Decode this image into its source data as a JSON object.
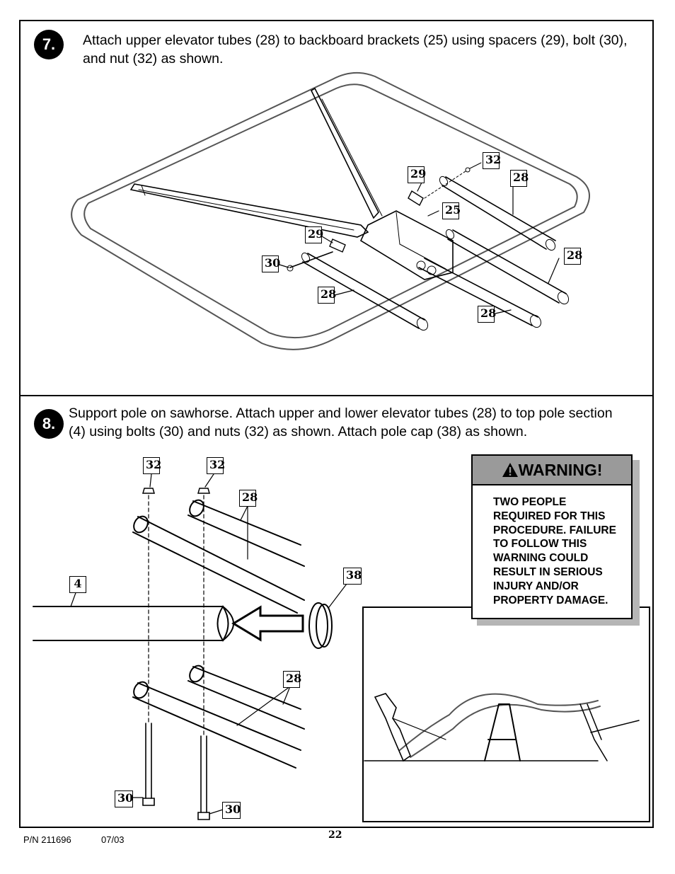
{
  "step7": {
    "number": "7.",
    "instruction": "Attach upper elevator tubes (28) to backboard brackets (25) using spacers (29), bolt (30), and nut (32) as shown.",
    "callouts": [
      "32",
      "29",
      "28",
      "25",
      "29",
      "30",
      "28",
      "28",
      "28"
    ]
  },
  "step8": {
    "number": "8.",
    "instruction": "Support pole on sawhorse. Attach upper and lower elevator tubes (28) to top pole section (4) using bolts (30) and nuts (32) as shown. Attach pole cap (38) as shown.",
    "callouts": [
      "32",
      "32",
      "28",
      "4",
      "38",
      "28",
      "30",
      "30"
    ]
  },
  "warning": {
    "title": "WARNING!",
    "icon": "warning-triangle-icon",
    "body": "TWO PEOPLE\nREQUIRED FOR THIS\nPROCEDURE.  FAILURE\nTO FOLLOW THIS\nWARNING COULD\nRESULT IN SERIOUS\nINJURY AND/OR\nPROPERTY DAMAGE."
  },
  "footer": {
    "part_number": "P/N 211696",
    "date": "07/03",
    "page": "22"
  }
}
